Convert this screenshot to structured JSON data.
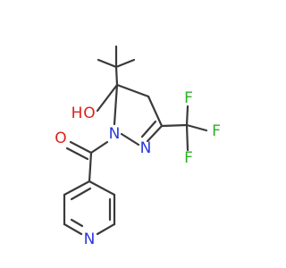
{
  "molecule": {
    "colors": {
      "carbon_bond": "#3a3a3a",
      "oxygen": "#e0201b",
      "nitrogen": "#2a38d8",
      "fluorine": "#2fae26"
    },
    "atoms": {
      "hydroxyl_o": "O",
      "hydroxyl_h": "H",
      "ring_n1": "N",
      "ring_n2": "N",
      "pyridine_n": "N",
      "carbonyl_o": "O",
      "f1": "F",
      "f2": "F",
      "f3": "F"
    }
  }
}
